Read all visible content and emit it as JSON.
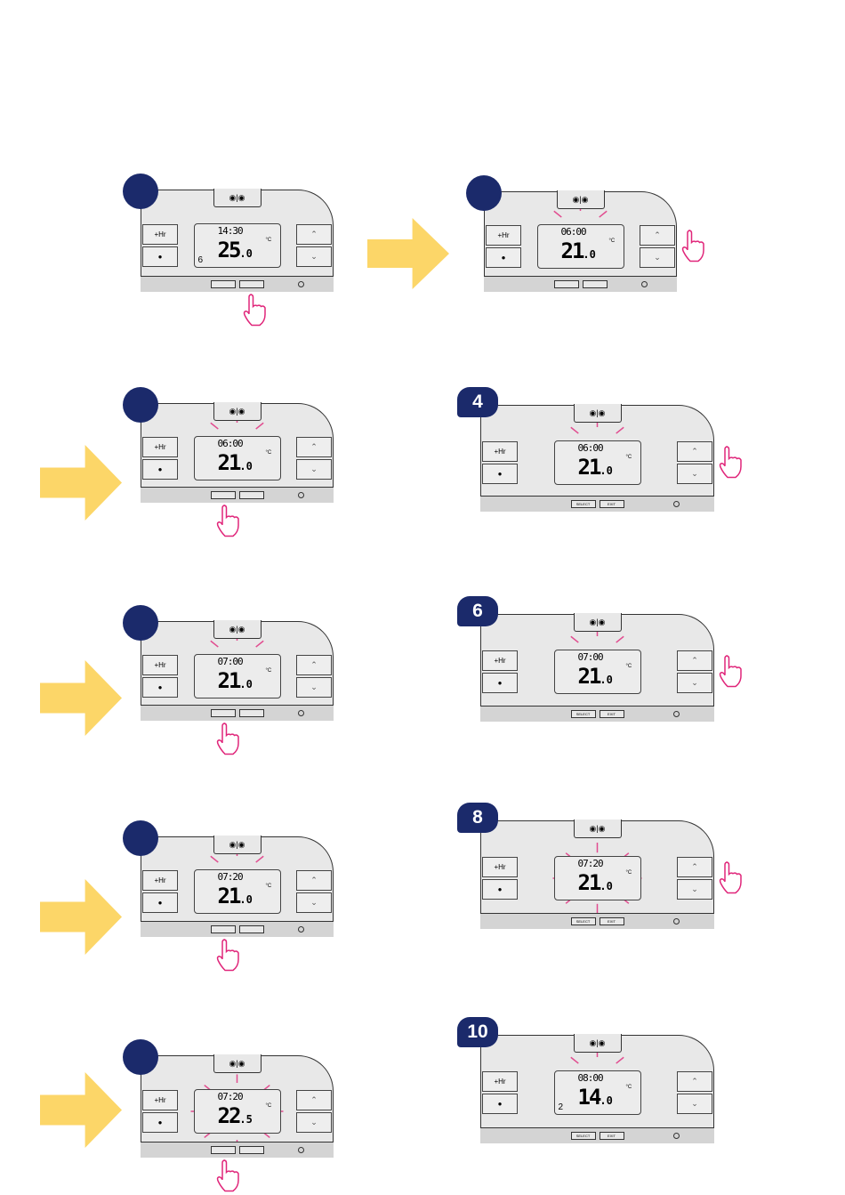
{
  "steps": [
    {
      "badge": "",
      "time": "14:30",
      "temp": "25",
      "decimal": ".0",
      "day": "6"
    },
    {
      "badge": "",
      "time": "06:00",
      "temp": "21",
      "decimal": ".0",
      "day": ""
    },
    {
      "badge": "",
      "time": "06:00",
      "temp": "21",
      "decimal": ".0",
      "day": ""
    },
    {
      "badge": "4",
      "time": "06:00",
      "temp": "21",
      "decimal": ".0",
      "day": ""
    },
    {
      "badge": "",
      "time": "07:00",
      "temp": "21",
      "decimal": ".0",
      "day": ""
    },
    {
      "badge": "6",
      "time": "07:00",
      "temp": "21",
      "decimal": ".0",
      "day": ""
    },
    {
      "badge": "",
      "time": "07:20",
      "temp": "21",
      "decimal": ".0",
      "day": ""
    },
    {
      "badge": "8",
      "time": "07:20",
      "temp": "21",
      "decimal": ".0",
      "day": ""
    },
    {
      "badge": "",
      "time": "07:20",
      "temp": "22",
      "decimal": ".5",
      "day": ""
    },
    {
      "badge": "10",
      "time": "08:00",
      "temp": "14",
      "decimal": ".0",
      "day": "2"
    }
  ],
  "buttons": {
    "plus_hr": "+Hr",
    "boost": "●",
    "up": "⌃",
    "down": "⌄",
    "select": "SELECT",
    "exit": "EXIT",
    "top_icons": "◉|◉",
    "degree": "°C"
  },
  "colors": {
    "badge": "#1b2a6b",
    "arrow": "#fcd668",
    "highlight": "#e0267a"
  }
}
